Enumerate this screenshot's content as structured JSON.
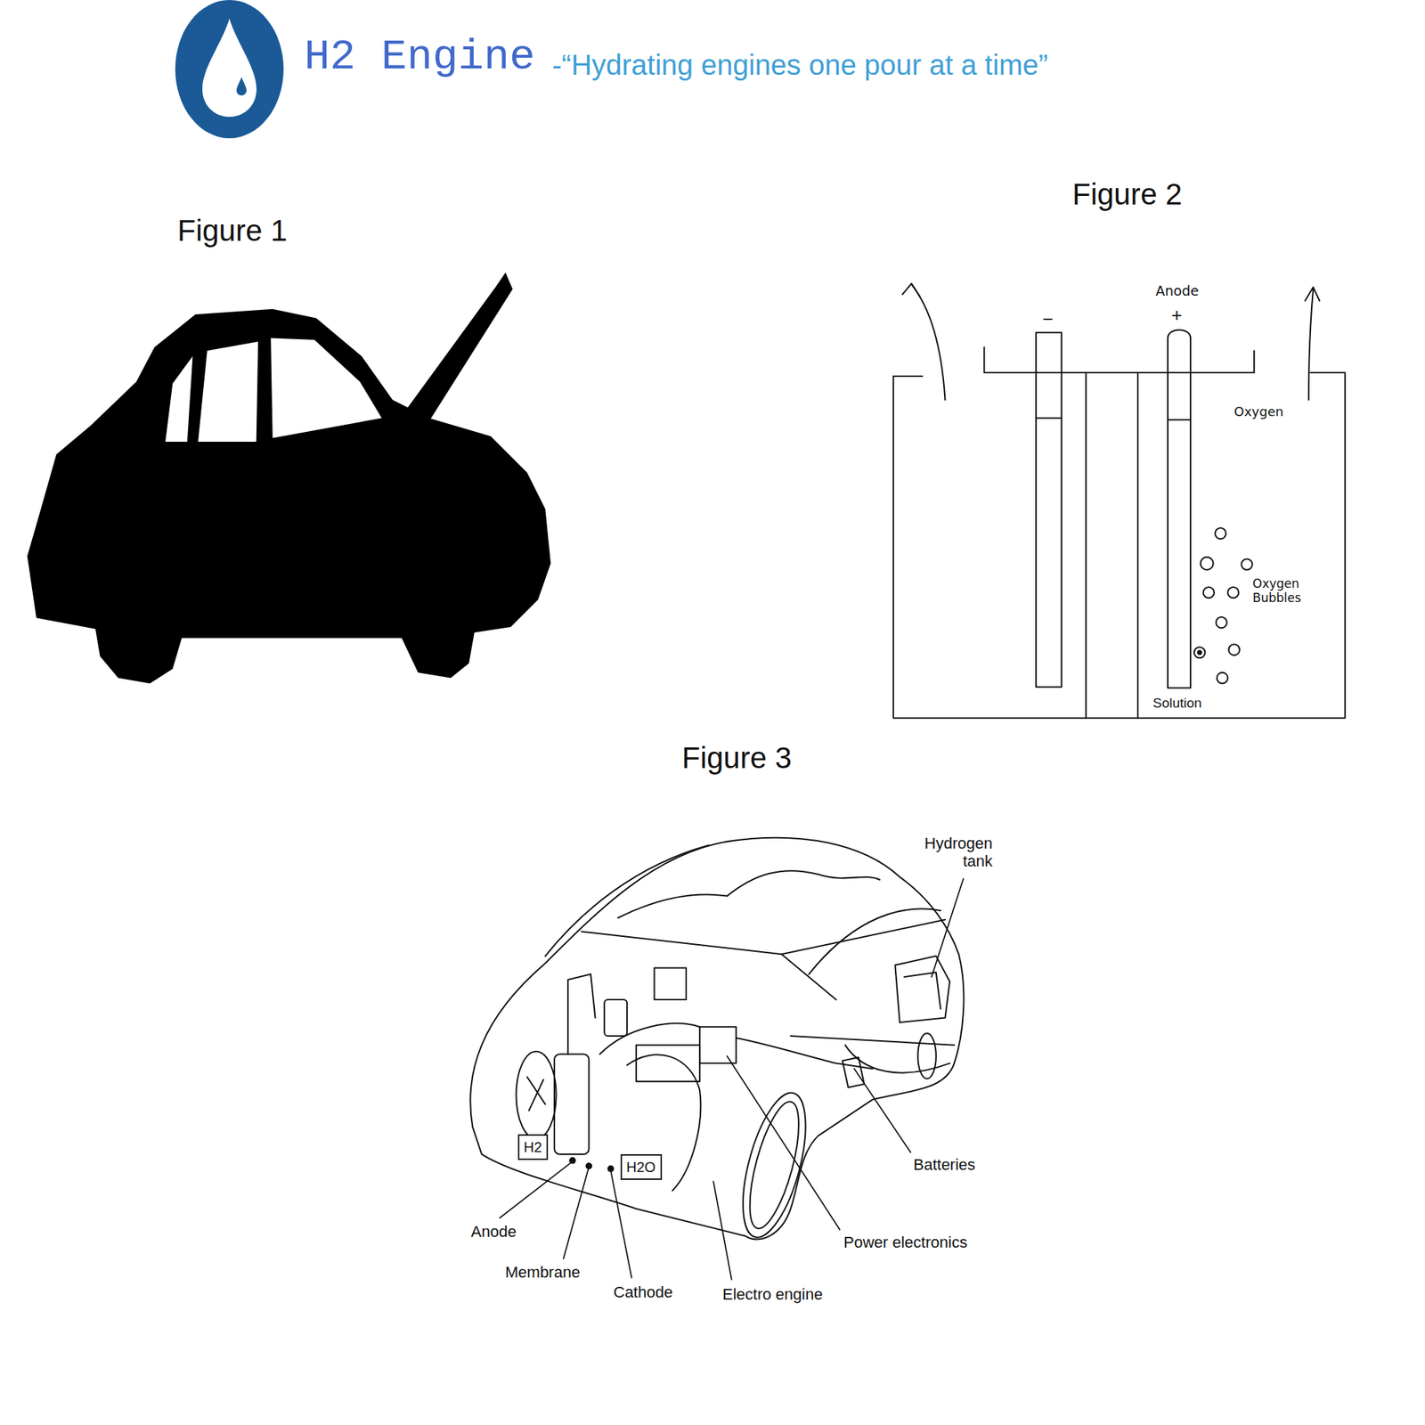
{
  "diagram": {
    "title": "H2 Engine",
    "nodes": [
      {
        "text": [
          "H2"
        ]
      },
      {
        "text": [
          "H2O"
        ]
      }
    ],
    "labels": [
      "-“Hydrating engines one pour at a time”",
      "Figure 1",
      "Figure 2",
      "Figure 3",
      "Anode",
      "+",
      "−",
      "Oxygen",
      "Oxygen Bubbles",
      "Solution",
      "Hydrogen tank",
      "Batteries",
      "Power electronics",
      "Electro engine",
      "Cathode",
      "Membrane",
      "Anode"
    ]
  }
}
